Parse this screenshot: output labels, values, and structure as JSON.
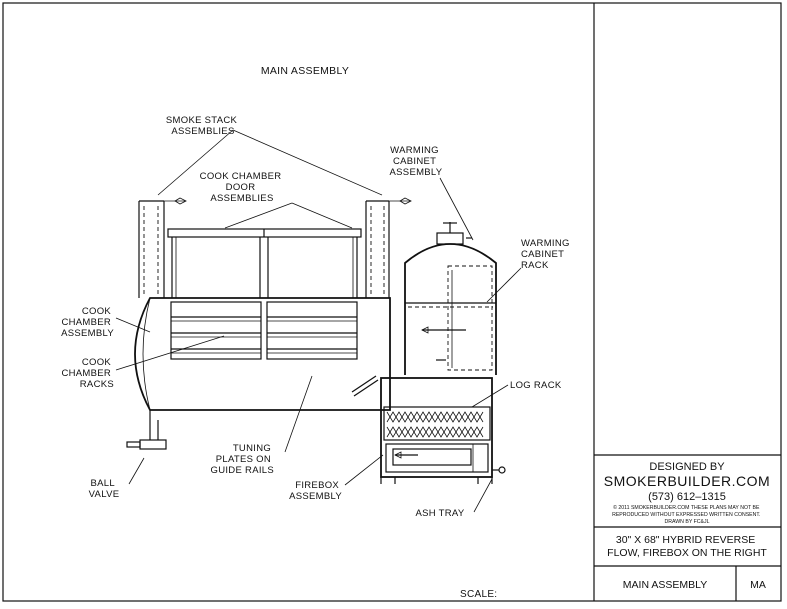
{
  "drawing": {
    "title": "MAIN ASSEMBLY",
    "labels": {
      "smoke_stack": [
        "SMOKE STACK",
        "ASSEMBLIES"
      ],
      "cook_door": [
        "COOK CHAMBER",
        "DOOR",
        "ASSEMBLIES"
      ],
      "warming_cabinet": [
        "WARMING",
        "CABINET",
        "ASSEMBLY"
      ],
      "warming_rack": [
        "WARMING",
        "CABINET",
        "RACK"
      ],
      "cook_chamber": [
        "COOK",
        "CHAMBER",
        "ASSEMBLY"
      ],
      "cook_racks": [
        "COOK",
        "CHAMBER",
        "RACKS"
      ],
      "log_rack": "LOG RACK",
      "tuning_plates": [
        "TUNING",
        "PLATES ON",
        "GUIDE RAILS"
      ],
      "ball_valve": [
        "BALL",
        "VALVE"
      ],
      "firebox": [
        "FIREBOX",
        "ASSEMBLY"
      ],
      "ash_tray": "ASH TRAY"
    },
    "scale_label": "SCALE:"
  },
  "title_block": {
    "designed_by": "DESIGNED BY",
    "company": "SMOKERBUILDER.COM",
    "phone": "(573)  612–1315",
    "copyright_lines": [
      "©  2011  SMOKERBUILDER.COM  THESE  PLANS  MAY  NOT  BE",
      "REPRODUCED  WITHOUT  EXPRESSED  WRITTEN  CONSENT.",
      "DRAWN  BY  FC&JL"
    ],
    "description_lines": [
      "30\"  X  68\"  HYBRID  REVERSE",
      "FLOW,  FIREBOX  ON  THE  RIGHT"
    ],
    "sheet_name": "MAIN ASSEMBLY",
    "sheet_code": "MA"
  }
}
